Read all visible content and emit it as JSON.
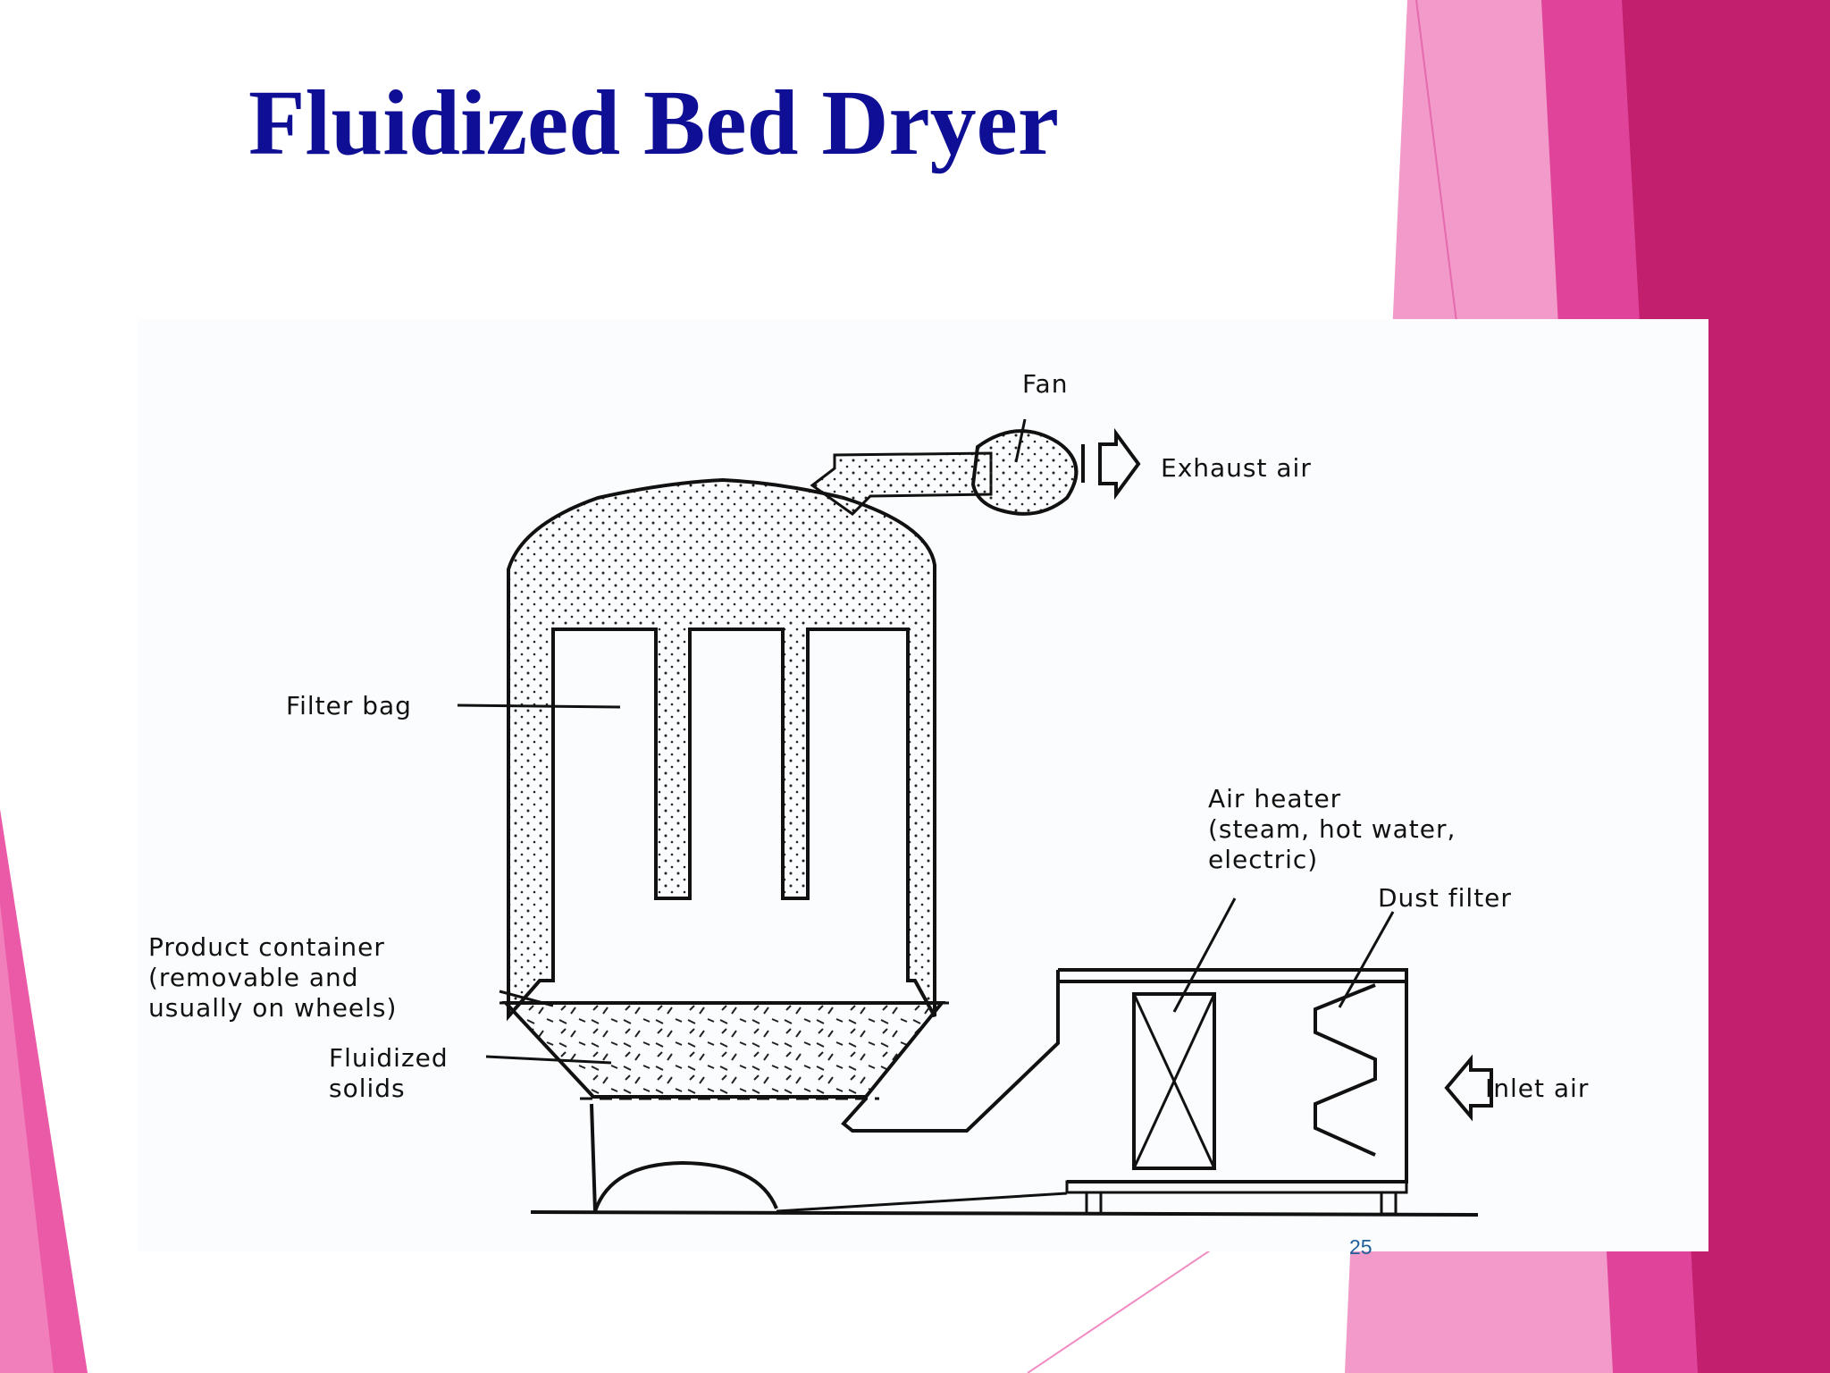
{
  "slide": {
    "title": "Fluidized Bed Dryer",
    "page_number": "25"
  },
  "diagram": {
    "labels": {
      "fan": "Fan",
      "exhaust_air": "Exhaust air",
      "filter_bag": "Filter bag",
      "air_heater_1": "Air heater",
      "air_heater_2": "(steam, hot water,",
      "air_heater_3": "electric)",
      "dust_filter": "Dust filter",
      "product_container_1": "Product container",
      "product_container_2": "(removable and",
      "product_container_3": "usually on wheels)",
      "fluidized_solids_1": "Fluidized",
      "fluidized_solids_2": "solids",
      "inlet_air": "Inlet air"
    }
  },
  "theme": {
    "title_color": "#0f0f96",
    "accent_pink": "#e0449a",
    "accent_magenta": "#c2206f",
    "accent_light_pink": "#f29ac9",
    "page_number_color": "#1f5f9a"
  }
}
